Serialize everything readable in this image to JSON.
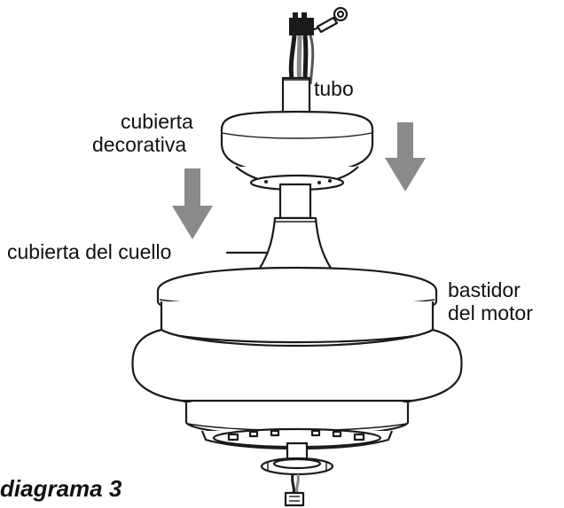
{
  "labels": {
    "tube": "tubo",
    "canopy_line1": "cubierta",
    "canopy_line2": "decorativa",
    "collar": "cubierta del cuello",
    "motor_line1": "bastidor",
    "motor_line2": "del motor"
  },
  "caption": "diagrama 3",
  "colors": {
    "arrow": "#8a8a8a",
    "outline": "#1a1a1a",
    "wire_black": "#1a1a1a",
    "wire_gray": "#8a8a8a"
  },
  "icons": [
    "down-arrow-icon",
    "down-arrow-icon"
  ]
}
